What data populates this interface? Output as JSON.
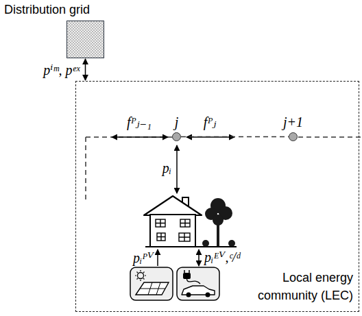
{
  "diagram": {
    "nodes": [
      {
        "text": [
          "Distribution grid"
        ]
      },
      {
        "text": [
          "Local energy community (LEC)"
        ]
      },
      {
        "text": [
          "j"
        ],
        "in": 1
      },
      {
        "text": [
          "j+1"
        ],
        "in": 1
      }
    ],
    "edges": [
      {
        "from": 0,
        "to": 1,
        "label": "pⁱᵐ, pᵉˣ",
        "arrow": "both"
      },
      {
        "from": 2,
        "to": 3,
        "arrow": "none"
      }
    ],
    "labels": [
      "fᴾⱼ₋₁",
      "fᴾⱼ",
      "pᵢ",
      "pᵢᴾⱽ",
      "pᵢᴱⱽ,ᶜ/ᵈ"
    ]
  }
}
